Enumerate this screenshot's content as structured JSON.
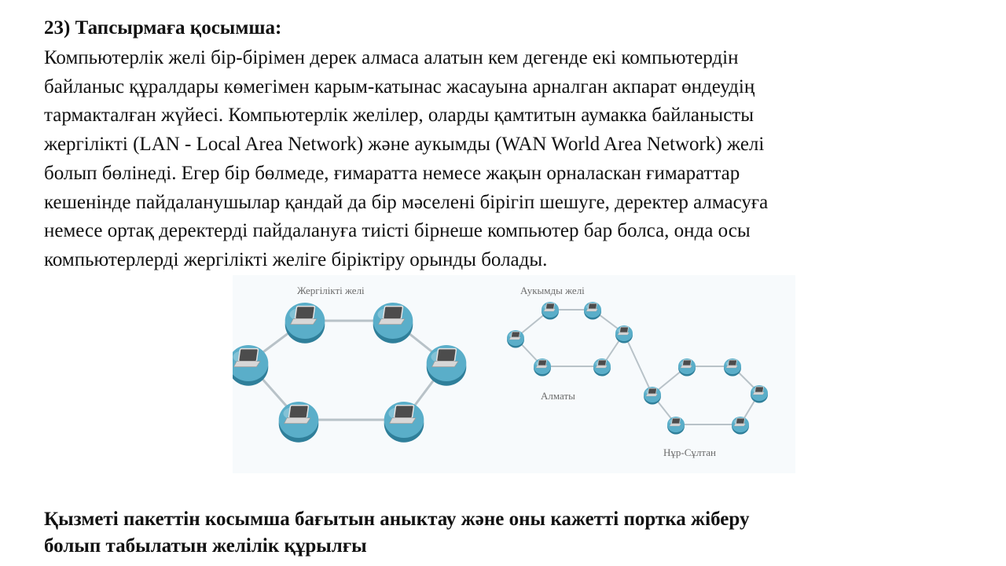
{
  "heading": "23) Тапсырмаға қосымша:",
  "paragraph_lines": [
    "Компьютерлік желі бір-бірімен дерек алмаса алатын кем дегенде екі компьютердін",
    "байланыс құралдары көмегімен карым-катынас жасауына арналган акпарат өндеудің",
    "тармакталған жүйесі. Компьютерлік желілер, оларды қамтитын аумакка байланысты",
    "жергілікті (LAN - Local Area Network) және аукымды (WAN World Area Network) желі",
    "болып бөлінеді. Егер бір бөлмеде, ғимаратта немесе жақын орналаскан ғимараттар",
    "кешенінде пайдаланушылар қандай да бір мәселені бірігіп шешуге, деректер алмасуға",
    "немесе ортақ деректерді пайдалануға тиісті бірнеше компьютер бар болса, онда осы",
    "компьютерлерді жергілікті желіге біріктіру орынды болады."
  ],
  "figure": {
    "lan_label": "Жергілікті желі",
    "wan_label": "Аукымды желі",
    "city_1": "Алматы",
    "city_2": "Нұр-Сұлтан"
  },
  "question_lines": [
    "Қызметі пакеттін косымша бағытын аныктау және оны кажетті портка жіберу",
    "болып табылатын желілік құрылғы"
  ],
  "colors": {
    "node_fill": "#5aaec9",
    "node_dark": "#2f7f9a",
    "link": "#b8c2c8",
    "laptop_screen": "#4c4c4c",
    "figure_bg": "#f7fafc"
  }
}
